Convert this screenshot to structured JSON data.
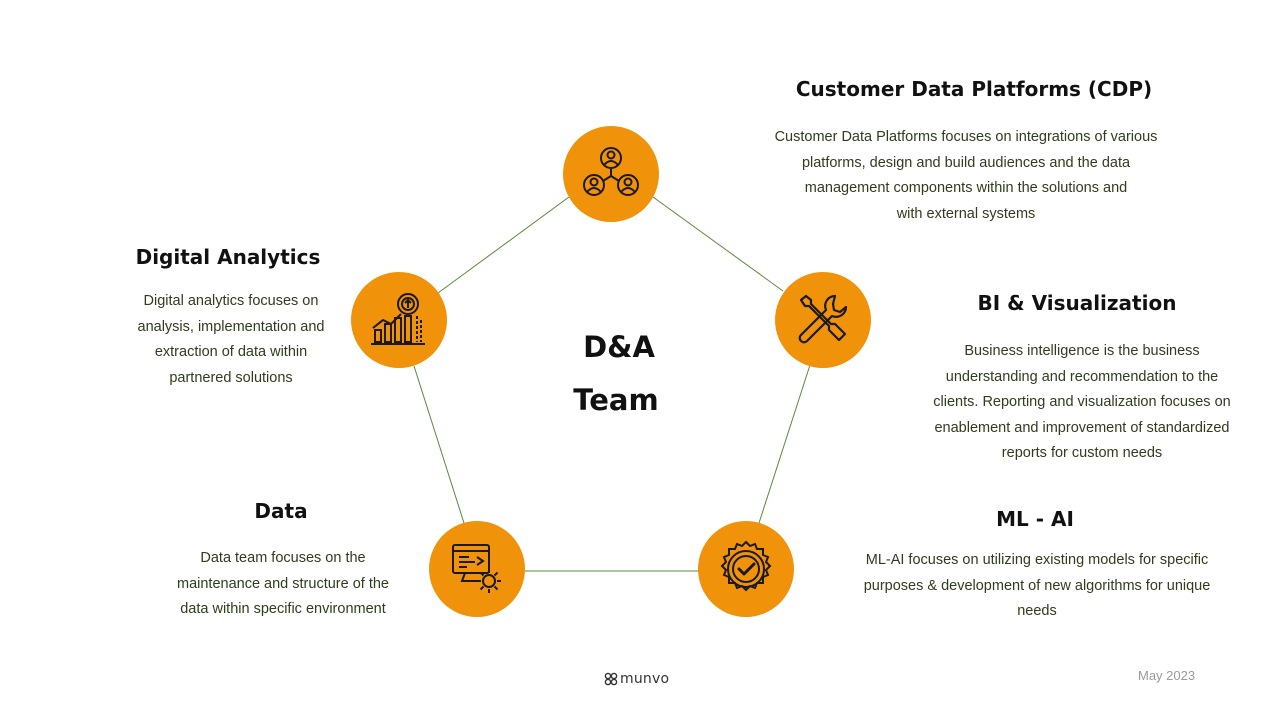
{
  "center": {
    "line1": "D&A",
    "line2": "Team"
  },
  "nodes": {
    "cdp": {
      "title": "Customer Data Platforms (CDP)",
      "desc": [
        "Customer Data Platforms focuses on integrations of various",
        "platforms, design and build audiences and the data",
        "management components within the solutions and",
        "with external systems"
      ],
      "icon": "people-network-icon"
    },
    "bi": {
      "title": "BI & Visualization",
      "desc": [
        "Business intelligence is the business",
        "understanding and recommendation to the",
        "clients. Reporting and visualization focuses on",
        "enablement and improvement of standardized",
        "reports for custom needs"
      ],
      "icon": "wrench-screwdriver-icon"
    },
    "ml": {
      "title": "ML - AI",
      "desc": [
        "ML-AI focuses on utilizing existing models for specific",
        "purposes & development of new algorithms for unique",
        "needs"
      ],
      "icon": "badge-check-icon"
    },
    "data": {
      "title": "Data",
      "desc": [
        "Data team focuses on the",
        "maintenance and structure of the",
        "data within specific environment"
      ],
      "icon": "monitor-gear-icon"
    },
    "analytics": {
      "title": "Digital Analytics",
      "desc": [
        "Digital analytics focuses on",
        "analysis, implementation and",
        "extraction of data within",
        "partnered solutions"
      ],
      "icon": "growth-chart-icon"
    }
  },
  "colors": {
    "accent": "#f0920a",
    "line": "#5b8a3a",
    "desc_text": "#2f3d1c"
  },
  "footer": {
    "logo_text": "munvo",
    "date": "May 2023"
  }
}
